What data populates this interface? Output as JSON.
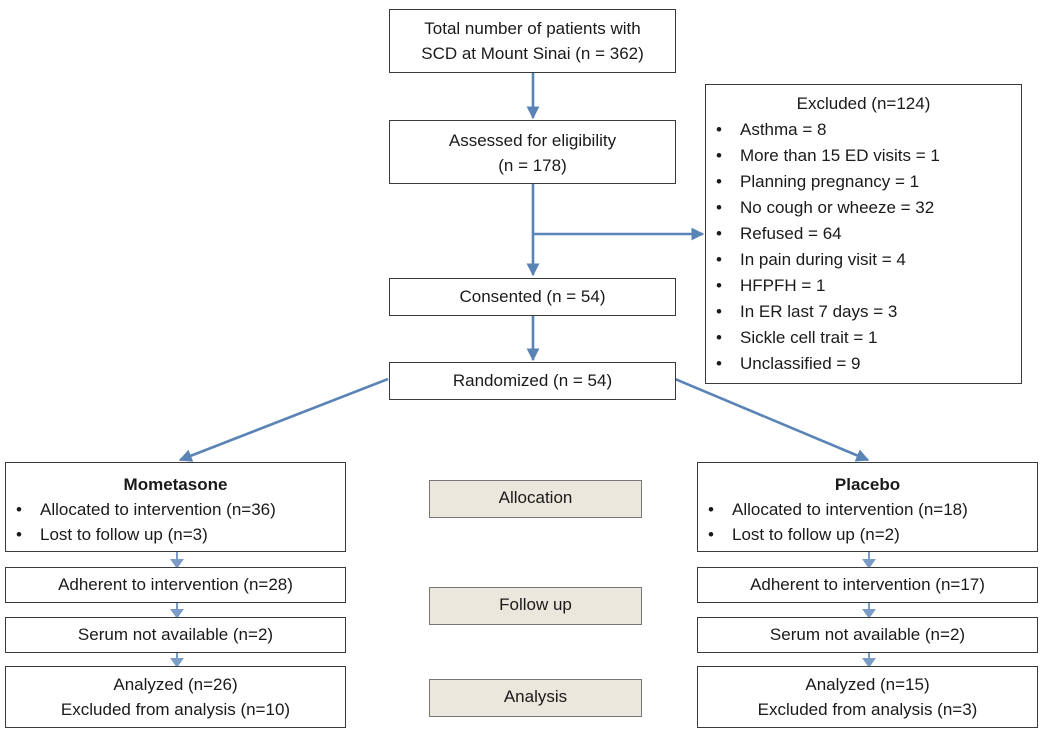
{
  "total": {
    "line1": "Total number of patients with",
    "line2": "SCD at Mount Sinai (n = 362)"
  },
  "assessed": {
    "line1": "Assessed for eligibility",
    "line2": "(n  = 178)"
  },
  "excluded": {
    "title": "Excluded (n=124)",
    "items": [
      "Asthma = 8",
      "More than 15 ED visits = 1",
      "Planning pregnancy = 1",
      "No cough or wheeze = 32",
      "Refused = 64",
      "In pain during visit = 4",
      "HFPFH = 1",
      "In ER last 7 days = 3",
      "Sickle cell trait = 1",
      "Unclassified = 9"
    ]
  },
  "consented": "Consented (n = 54)",
  "randomized": "Randomized (n = 54)",
  "stages": {
    "allocation": "Allocation",
    "follow_up": "Follow up",
    "analysis": "Analysis"
  },
  "mometasone": {
    "title": "Mometasone",
    "items": [
      "Allocated to intervention (n=36)",
      "Lost to follow up (n=3)"
    ],
    "adherent": "Adherent to intervention (n=28)",
    "serum": "Serum not available (n=2)",
    "analyzed": "Analyzed (n=26)",
    "excluded_analysis": "Excluded from analysis (n=10)"
  },
  "placebo": {
    "title": "Placebo",
    "items": [
      "Allocated to intervention (n=18)",
      "Lost to follow up (n=2)"
    ],
    "adherent": "Adherent to intervention (n=17)",
    "serum": "Serum not available (n=2)",
    "analyzed": "Analyzed (n=15)",
    "excluded_analysis": "Excluded from analysis (n=3)"
  },
  "colors": {
    "arrow": "#5b84b6",
    "stage_fill": "#ece7dc",
    "border": "#3a3a3a"
  }
}
